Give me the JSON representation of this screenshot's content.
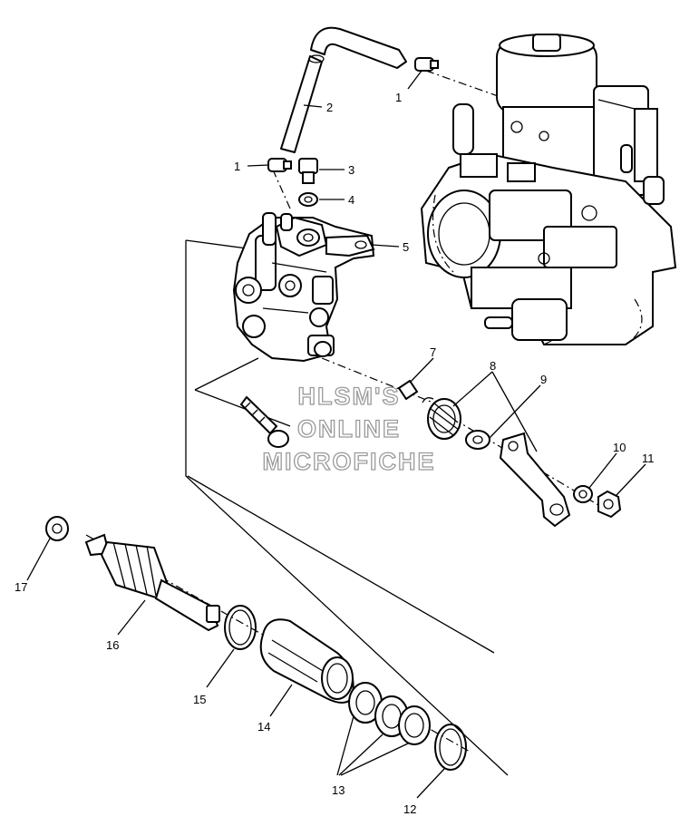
{
  "watermark": {
    "line1": "HLSM'S",
    "line2": "ONLINE",
    "line3": "MICROFICHE"
  },
  "callouts": {
    "c1a": "1",
    "c1b": "1",
    "c2": "2",
    "c3": "3",
    "c4": "4",
    "c5": "5",
    "c7": "7",
    "c8": "8",
    "c9": "9",
    "c10": "10",
    "c11": "11",
    "c12": "12",
    "c13": "13",
    "c14": "14",
    "c15": "15",
    "c16": "16",
    "c17": "17"
  }
}
